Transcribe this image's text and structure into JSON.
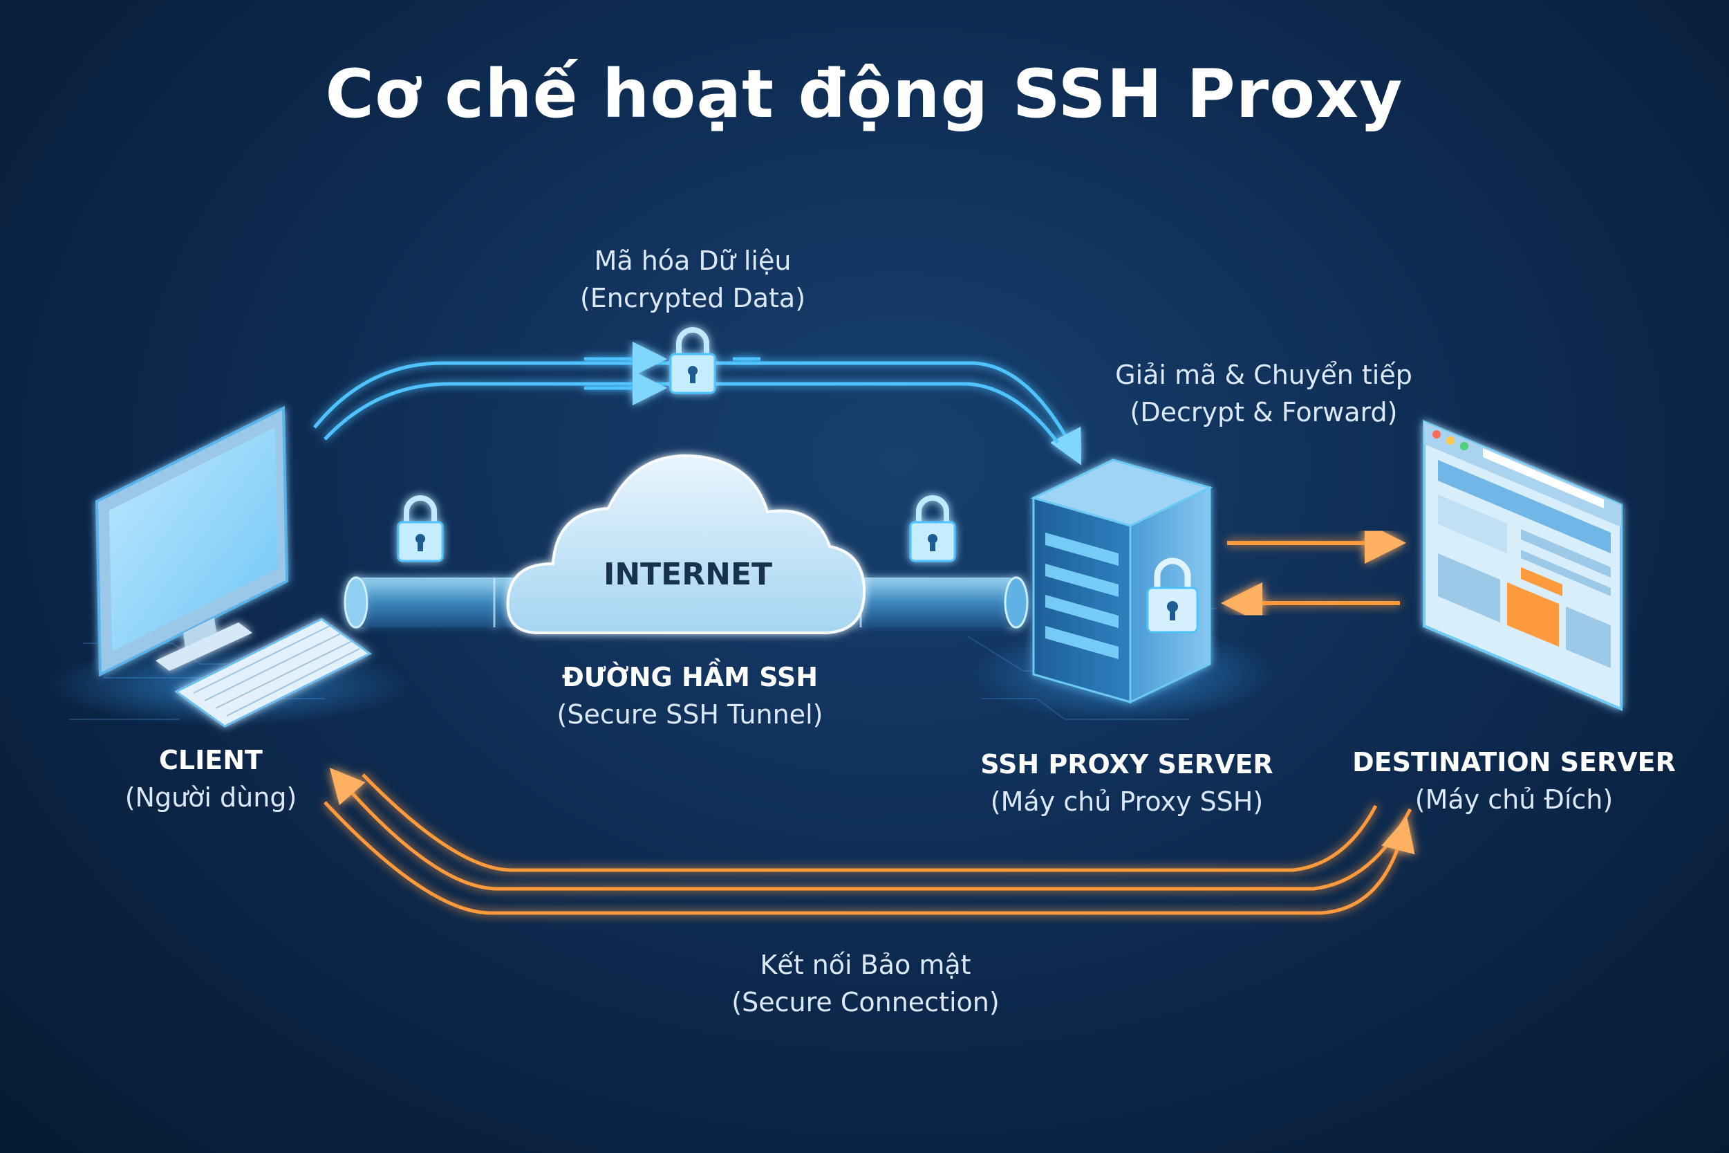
{
  "title": "Cơ chế hoạt động SSH Proxy",
  "encrypted": {
    "line1": "Mã hóa Dữ liệu",
    "line2": "(Encrypted Data)"
  },
  "decrypt": {
    "line1": "Giải mã & Chuyển tiếp",
    "line2": "(Decrypt & Forward)"
  },
  "internet": "INTERNET",
  "tunnel": {
    "line1": "ĐƯỜNG HẦM SSH",
    "line2": "(Secure SSH Tunnel)"
  },
  "client": {
    "line1": "CLIENT",
    "line2": "(Người dùng)"
  },
  "proxy": {
    "line1": "SSH PROXY SERVER",
    "line2": "(Máy chủ Proxy SSH)"
  },
  "destination": {
    "line1": "DESTINATION SERVER",
    "line2": "(Máy chủ Đích)"
  },
  "secure": {
    "line1": "Kết nối Bảo mật",
    "line2": "(Secure Connection)"
  },
  "colors": {
    "background": "#0f2f57",
    "blue_glow": "#4fc3ff",
    "orange_glow": "#ff9a3c",
    "text": "#ffffff"
  },
  "icons": [
    "computer-icon",
    "keyboard-icon",
    "cloud-icon",
    "server-icon",
    "browser-window-icon",
    "padlock-icon"
  ]
}
